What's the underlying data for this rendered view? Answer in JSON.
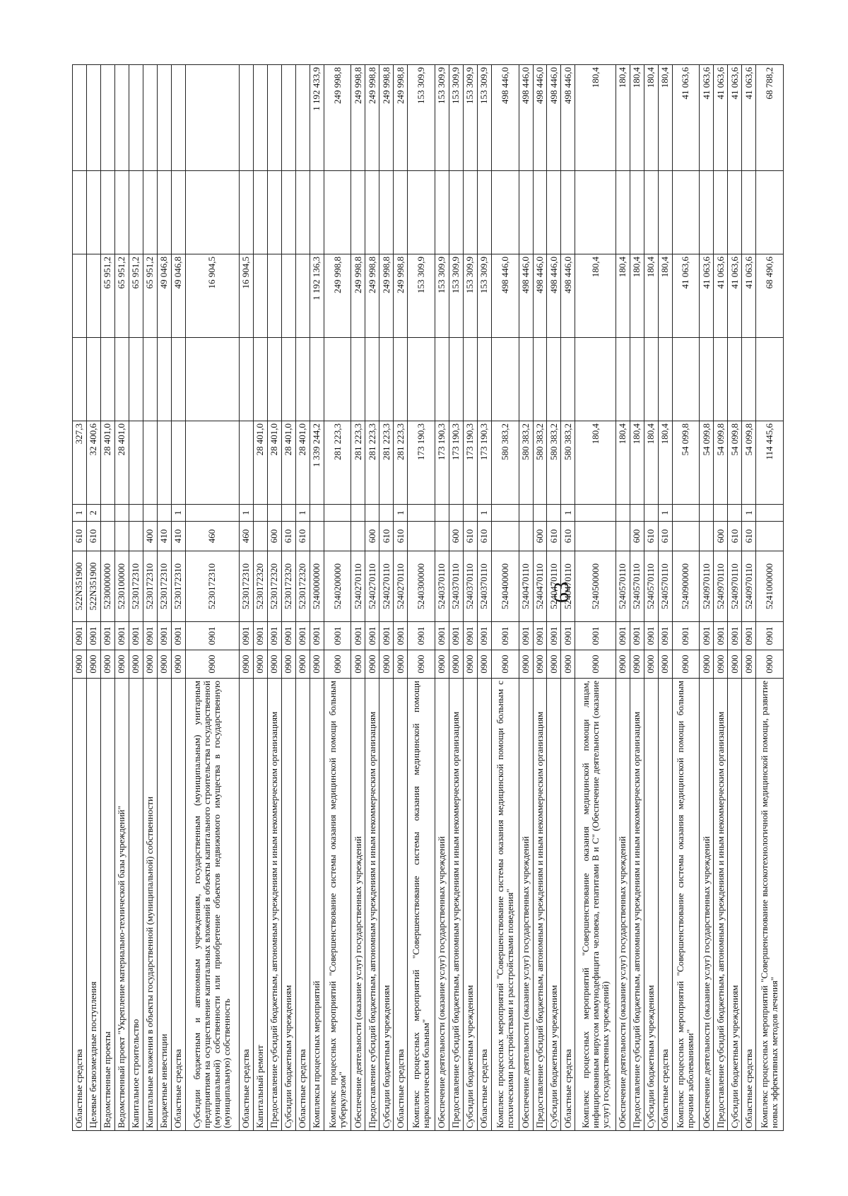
{
  "page_number": "63",
  "rows": [
    {
      "name": "Областные средства",
      "rz": "0900",
      "pr": "0901",
      "cs": "522N351900",
      "vr": "610",
      "vs": "1",
      "v1": "327,3",
      "v2": "",
      "v3": "",
      "v4": "",
      "v5": ""
    },
    {
      "name": "Целевые безвозмездные поступления",
      "rz": "0900",
      "pr": "0901",
      "cs": "522N351900",
      "vr": "610",
      "vs": "2",
      "v1": "32 400,6",
      "v2": "",
      "v3": "",
      "v4": "",
      "v5": ""
    },
    {
      "name": "Ведомственные проекты",
      "rz": "0900",
      "pr": "0901",
      "cs": "5230000000",
      "vr": "",
      "vs": "",
      "v1": "28 401,0",
      "v2": "",
      "v3": "65 951,2",
      "v4": "",
      "v5": ""
    },
    {
      "name": "Ведомственный проект \"Укрепление материально-технической базы учреждений\"",
      "rz": "0900",
      "pr": "0901",
      "cs": "5230100000",
      "vr": "",
      "vs": "",
      "v1": "28 401,0",
      "v2": "",
      "v3": "65 951,2",
      "v4": "",
      "v5": ""
    },
    {
      "name": "Капитальное строительство",
      "rz": "0900",
      "pr": "0901",
      "cs": "5230172310",
      "vr": "",
      "vs": "",
      "v1": "",
      "v2": "",
      "v3": "65 951,2",
      "v4": "",
      "v5": ""
    },
    {
      "name": "Капитальные вложения в объекты государственной (муниципальной) собственности",
      "rz": "0900",
      "pr": "0901",
      "cs": "5230172310",
      "vr": "400",
      "vs": "",
      "v1": "",
      "v2": "",
      "v3": "65 951,2",
      "v4": "",
      "v5": ""
    },
    {
      "name": "Бюджетные инвестиции",
      "rz": "0900",
      "pr": "0901",
      "cs": "5230172310",
      "vr": "410",
      "vs": "",
      "v1": "",
      "v2": "",
      "v3": "49 046,8",
      "v4": "",
      "v5": ""
    },
    {
      "name": "Областные средства",
      "rz": "0900",
      "pr": "0901",
      "cs": "5230172310",
      "vr": "410",
      "vs": "1",
      "v1": "",
      "v2": "",
      "v3": "49 046,8",
      "v4": "",
      "v5": ""
    },
    {
      "name": "Субсидии бюджетным и автономным учреждениям, государственным (муниципальным) унитарным предприятиям на осуществление капитальных вложений в объекты капитального строительства государственной (муниципальной) собственности или приобретение объектов недвижимого имущества в государственную (муниципальную) собственность",
      "rz": "0900",
      "pr": "0901",
      "cs": "5230172310",
      "vr": "460",
      "vs": "",
      "v1": "",
      "v2": "",
      "v3": "16 904,5",
      "v4": "",
      "v5": ""
    },
    {
      "name": "Областные средства",
      "rz": "0900",
      "pr": "0901",
      "cs": "5230172310",
      "vr": "460",
      "vs": "1",
      "v1": "",
      "v2": "",
      "v3": "16 904,5",
      "v4": "",
      "v5": ""
    },
    {
      "name": "Капитальный ремонт",
      "rz": "0900",
      "pr": "0901",
      "cs": "5230172320",
      "vr": "",
      "vs": "",
      "v1": "28 401,0",
      "v2": "",
      "v3": "",
      "v4": "",
      "v5": ""
    },
    {
      "name": "Предоставление субсидий бюджетным, автономным учреждениям и иным некоммерческим организациям",
      "rz": "0900",
      "pr": "0901",
      "cs": "5230172320",
      "vr": "600",
      "vs": "",
      "v1": "28 401,0",
      "v2": "",
      "v3": "",
      "v4": "",
      "v5": ""
    },
    {
      "name": "Субсидии бюджетным учреждениям",
      "rz": "0900",
      "pr": "0901",
      "cs": "5230172320",
      "vr": "610",
      "vs": "",
      "v1": "28 401,0",
      "v2": "",
      "v3": "",
      "v4": "",
      "v5": ""
    },
    {
      "name": "Областные средства",
      "rz": "0900",
      "pr": "0901",
      "cs": "5230172320",
      "vr": "610",
      "vs": "1",
      "v1": "28 401,0",
      "v2": "",
      "v3": "",
      "v4": "",
      "v5": ""
    },
    {
      "name": "Комплексы процессных мероприятий",
      "rz": "0900",
      "pr": "0901",
      "cs": "5240000000",
      "vr": "",
      "vs": "",
      "v1": "1 339 244,2",
      "v2": "",
      "v3": "1 192 136,3",
      "v4": "",
      "v5": "1 192 433,9"
    },
    {
      "name": "Комплекс процессных мероприятий \"Совершенствование системы оказания медицинской помощи больным туберкулезом\"",
      "rz": "0900",
      "pr": "0901",
      "cs": "5240200000",
      "vr": "",
      "vs": "",
      "v1": "281 223,3",
      "v2": "",
      "v3": "249 998,8",
      "v4": "",
      "v5": "249 998,8"
    },
    {
      "name": "Обеспечение деятельности (оказание услуг) государственных учреждений",
      "rz": "0900",
      "pr": "0901",
      "cs": "5240270110",
      "vr": "",
      "vs": "",
      "v1": "281 223,3",
      "v2": "",
      "v3": "249 998,8",
      "v4": "",
      "v5": "249 998,8"
    },
    {
      "name": "Предоставление субсидий бюджетным, автономным учреждениям и иным некоммерческим организациям",
      "rz": "0900",
      "pr": "0901",
      "cs": "5240270110",
      "vr": "600",
      "vs": "",
      "v1": "281 223,3",
      "v2": "",
      "v3": "249 998,8",
      "v4": "",
      "v5": "249 998,8"
    },
    {
      "name": "Субсидии бюджетным учреждениям",
      "rz": "0900",
      "pr": "0901",
      "cs": "5240270110",
      "vr": "610",
      "vs": "",
      "v1": "281 223,3",
      "v2": "",
      "v3": "249 998,8",
      "v4": "",
      "v5": "249 998,8"
    },
    {
      "name": "Областные средства",
      "rz": "0900",
      "pr": "0901",
      "cs": "5240270110",
      "vr": "610",
      "vs": "1",
      "v1": "281 223,3",
      "v2": "",
      "v3": "249 998,8",
      "v4": "",
      "v5": "249 998,8"
    },
    {
      "name": "Комплекс процессных мероприятий \"Совершенствование системы оказания медицинской помощи наркологическим больным\"",
      "rz": "0900",
      "pr": "0901",
      "cs": "5240300000",
      "vr": "",
      "vs": "",
      "v1": "173 190,3",
      "v2": "",
      "v3": "153 309,9",
      "v4": "",
      "v5": "153 309,9"
    },
    {
      "name": "Обеспечение деятельности (оказание услуг) государственных учреждений",
      "rz": "0900",
      "pr": "0901",
      "cs": "5240370110",
      "vr": "",
      "vs": "",
      "v1": "173 190,3",
      "v2": "",
      "v3": "153 309,9",
      "v4": "",
      "v5": "153 309,9"
    },
    {
      "name": "Предоставление субсидий бюджетным, автономным учреждениям и иным некоммерческим организациям",
      "rz": "0900",
      "pr": "0901",
      "cs": "5240370110",
      "vr": "600",
      "vs": "",
      "v1": "173 190,3",
      "v2": "",
      "v3": "153 309,9",
      "v4": "",
      "v5": "153 309,9"
    },
    {
      "name": "Субсидии бюджетным учреждениям",
      "rz": "0900",
      "pr": "0901",
      "cs": "5240370110",
      "vr": "610",
      "vs": "",
      "v1": "173 190,3",
      "v2": "",
      "v3": "153 309,9",
      "v4": "",
      "v5": "153 309,9"
    },
    {
      "name": "Областные средства",
      "rz": "0900",
      "pr": "0901",
      "cs": "5240370110",
      "vr": "610",
      "vs": "1",
      "v1": "173 190,3",
      "v2": "",
      "v3": "153 309,9",
      "v4": "",
      "v5": "153 309,9"
    },
    {
      "name": "Комплекс процессных мероприятий \"Совершенствование системы оказания медицинской помощи больным с психическими расстройствами и расстройствами поведения\"",
      "rz": "0900",
      "pr": "0901",
      "cs": "5240400000",
      "vr": "",
      "vs": "",
      "v1": "580 383,2",
      "v2": "",
      "v3": "498 446,0",
      "v4": "",
      "v5": "498 446,0"
    },
    {
      "name": "Обеспечение деятельности (оказание услуг) государственных учреждений",
      "rz": "0900",
      "pr": "0901",
      "cs": "5240470110",
      "vr": "",
      "vs": "",
      "v1": "580 383,2",
      "v2": "",
      "v3": "498 446,0",
      "v4": "",
      "v5": "498 446,0"
    },
    {
      "name": "Предоставление субсидий бюджетным, автономным учреждениям и иным некоммерческим организациям",
      "rz": "0900",
      "pr": "0901",
      "cs": "5240470110",
      "vr": "600",
      "vs": "",
      "v1": "580 383,2",
      "v2": "",
      "v3": "498 446,0",
      "v4": "",
      "v5": "498 446,0"
    },
    {
      "name": "Субсидии бюджетным учреждениям",
      "rz": "0900",
      "pr": "0901",
      "cs": "5240470110",
      "vr": "610",
      "vs": "",
      "v1": "580 383,2",
      "v2": "",
      "v3": "498 446,0",
      "v4": "",
      "v5": "498 446,0"
    },
    {
      "name": "Областные средства",
      "rz": "0900",
      "pr": "0901",
      "cs": "5240470110",
      "vr": "610",
      "vs": "1",
      "v1": "580 383,2",
      "v2": "",
      "v3": "498 446,0",
      "v4": "",
      "v5": "498 446,0"
    },
    {
      "name": "Комплекс процессных мероприятий \"Совершенствование оказания медицинской помощи лицам, инфицированным вирусом иммунодефицита человека, гепатитами В и С\" (Обеспечение деятельности (оказание услуг) государственных учреждений)",
      "rz": "0900",
      "pr": "0901",
      "cs": "5240500000",
      "vr": "",
      "vs": "",
      "v1": "180,4",
      "v2": "",
      "v3": "180,4",
      "v4": "",
      "v5": "180,4"
    },
    {
      "name": "Обеспечение деятельности (оказание услуг) государственных учреждений",
      "rz": "0900",
      "pr": "0901",
      "cs": "5240570110",
      "vr": "",
      "vs": "",
      "v1": "180,4",
      "v2": "",
      "v3": "180,4",
      "v4": "",
      "v5": "180,4"
    },
    {
      "name": "Предоставление субсидий бюджетным, автономным учреждениям и иным некоммерческим организациям",
      "rz": "0900",
      "pr": "0901",
      "cs": "5240570110",
      "vr": "600",
      "vs": "",
      "v1": "180,4",
      "v2": "",
      "v3": "180,4",
      "v4": "",
      "v5": "180,4"
    },
    {
      "name": "Субсидии бюджетным учреждениям",
      "rz": "0900",
      "pr": "0901",
      "cs": "5240570110",
      "vr": "610",
      "vs": "",
      "v1": "180,4",
      "v2": "",
      "v3": "180,4",
      "v4": "",
      "v5": "180,4"
    },
    {
      "name": "Областные средства",
      "rz": "0900",
      "pr": "0901",
      "cs": "5240570110",
      "vr": "610",
      "vs": "1",
      "v1": "180,4",
      "v2": "",
      "v3": "180,4",
      "v4": "",
      "v5": "180,4"
    },
    {
      "name": "Комплекс процессных мероприятий \"Совершенствование системы оказания медицинской помощи больным прочими заболеваниями\"",
      "rz": "0900",
      "pr": "0901",
      "cs": "5240900000",
      "vr": "",
      "vs": "",
      "v1": "54 099,8",
      "v2": "",
      "v3": "41 063,6",
      "v4": "",
      "v5": "41 063,6"
    },
    {
      "name": "Обеспечение деятельности (оказание услуг) государственных учреждений",
      "rz": "0900",
      "pr": "0901",
      "cs": "5240970110",
      "vr": "",
      "vs": "",
      "v1": "54 099,8",
      "v2": "",
      "v3": "41 063,6",
      "v4": "",
      "v5": "41 063,6"
    },
    {
      "name": "Предоставление субсидий бюджетным, автономным учреждениям и иным некоммерческим организациям",
      "rz": "0900",
      "pr": "0901",
      "cs": "5240970110",
      "vr": "600",
      "vs": "",
      "v1": "54 099,8",
      "v2": "",
      "v3": "41 063,6",
      "v4": "",
      "v5": "41 063,6"
    },
    {
      "name": "Субсидии бюджетным учреждениям",
      "rz": "0900",
      "pr": "0901",
      "cs": "5240970110",
      "vr": "610",
      "vs": "",
      "v1": "54 099,8",
      "v2": "",
      "v3": "41 063,6",
      "v4": "",
      "v5": "41 063,6"
    },
    {
      "name": "Областные средства",
      "rz": "0900",
      "pr": "0901",
      "cs": "5240970110",
      "vr": "610",
      "vs": "1",
      "v1": "54 099,8",
      "v2": "",
      "v3": "41 063,6",
      "v4": "",
      "v5": "41 063,6"
    },
    {
      "name": "Комплекс процессных мероприятий \"Совершенствование высокотехнологичной медицинской помощи, развитие новых эффективных методов лечения\"",
      "rz": "0900",
      "pr": "0901",
      "cs": "5241000000",
      "vr": "",
      "vs": "",
      "v1": "114 445,6",
      "v2": "",
      "v3": "68 490,6",
      "v4": "",
      "v5": "68 788,2"
    }
  ]
}
